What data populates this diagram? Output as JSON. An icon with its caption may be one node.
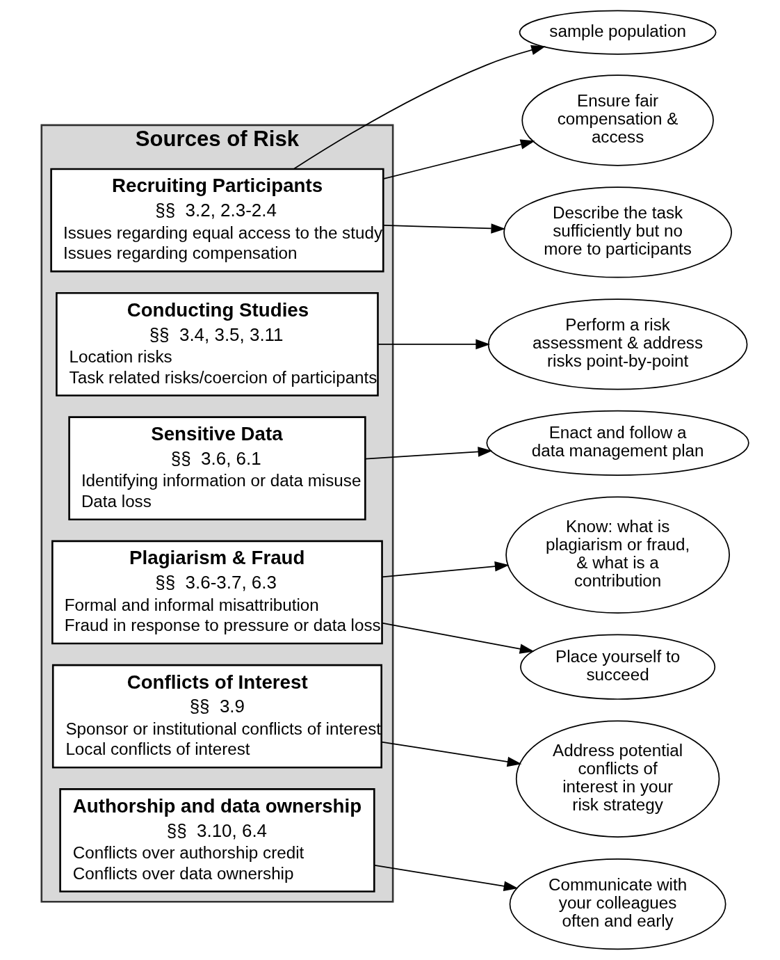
{
  "diagram": {
    "nodes": [
      {
        "text": [
          "Sources of Risk"
        ]
      },
      {
        "text": [
          "Recruiting Participants",
          "§§  3.2, 2.3-2.4",
          "Issues regarding equal access to the study",
          "Issues regarding compensation"
        ],
        "in": 0
      },
      {
        "text": [
          "Conducting Studies",
          "§§  3.4, 3.5, 3.11",
          "Location risks",
          "Task related risks/coercion of participants"
        ],
        "in": 0
      },
      {
        "text": [
          "Sensitive Data",
          "§§  3.6, 6.1",
          "Identifying information or data misuse",
          "Data loss"
        ],
        "in": 0
      },
      {
        "text": [
          "Plagiarism & Fraud",
          "§§  3.6-3.7, 6.3",
          "Formal and informal misattribution",
          "Fraud in response to pressure or data loss"
        ],
        "in": 0
      },
      {
        "text": [
          "Conflicts of Interest",
          "§§  3.9",
          "Sponsor or institutional conflicts of interest",
          "Local conflicts of interest"
        ],
        "in": 0
      },
      {
        "text": [
          "Authorship and data ownership",
          "§§  3.10, 6.4",
          "Conflicts over authorship credit",
          "Conflicts over data ownership"
        ],
        "in": 0
      },
      {
        "text": [
          "sample population"
        ]
      },
      {
        "text": [
          "Ensure fair compensation & access"
        ]
      },
      {
        "text": [
          "Describe the task sufficiently but no more to participants"
        ]
      },
      {
        "text": [
          "Perform a risk assessment & address risks point-by-point"
        ]
      },
      {
        "text": [
          "Enact and follow a data management plan"
        ]
      },
      {
        "text": [
          "Know: what is plagiarism or fraud, & what is a contribution"
        ]
      },
      {
        "text": [
          "Place yourself to succeed"
        ]
      },
      {
        "text": [
          "Address potential conflicts of interest in your risk strategy"
        ]
      },
      {
        "text": [
          "Communicate with your colleagues often and early"
        ]
      }
    ],
    "edges": [
      {
        "from": 1,
        "to": 7,
        "arrow": "to"
      },
      {
        "from": 1,
        "to": 8,
        "arrow": "to"
      },
      {
        "from": 1,
        "to": 9,
        "arrow": "to"
      },
      {
        "from": 2,
        "to": 10,
        "arrow": "to"
      },
      {
        "from": 3,
        "to": 11,
        "arrow": "to"
      },
      {
        "from": 4,
        "to": 12,
        "arrow": "to"
      },
      {
        "from": 4,
        "to": 13,
        "arrow": "to"
      },
      {
        "from": 5,
        "to": 14,
        "arrow": "to"
      },
      {
        "from": 6,
        "to": 15,
        "arrow": "to"
      }
    ]
  }
}
